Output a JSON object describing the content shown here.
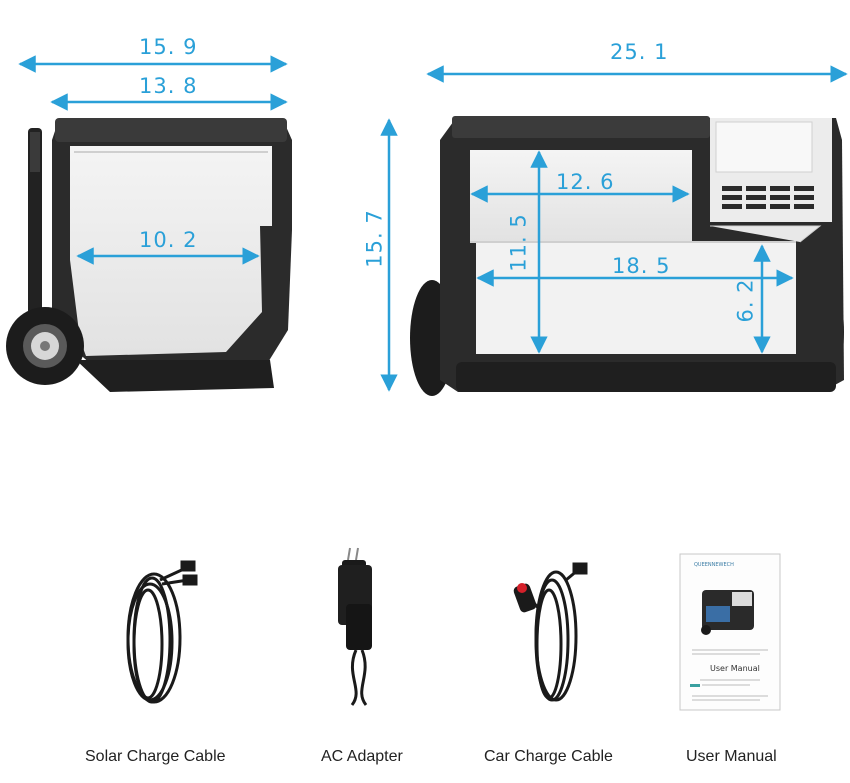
{
  "accent": "#2aa0d8",
  "dimensions": {
    "side_outer_width": "15. 9",
    "side_inner_width": "13. 8",
    "side_interior_width": "10. 2",
    "front_width": "25. 1",
    "height": "15. 7",
    "compartment_upper_width": "12. 6",
    "compartment_depth": "11. 5",
    "compartment_lower_width": "18. 5",
    "compartment_lower_depth": "6. 2"
  },
  "accessories": [
    {
      "label": "Solar Charge Cable",
      "icon": "coiled-cable-icon"
    },
    {
      "label": "AC Adapter",
      "icon": "power-adapter-icon"
    },
    {
      "label": "Car Charge Cable",
      "icon": "car-plug-cable-icon"
    },
    {
      "label": "User Manual",
      "icon": "manual-booklet-icon"
    }
  ],
  "manual": {
    "brand": "QUEENNEWECH",
    "heading": "User Manual"
  }
}
